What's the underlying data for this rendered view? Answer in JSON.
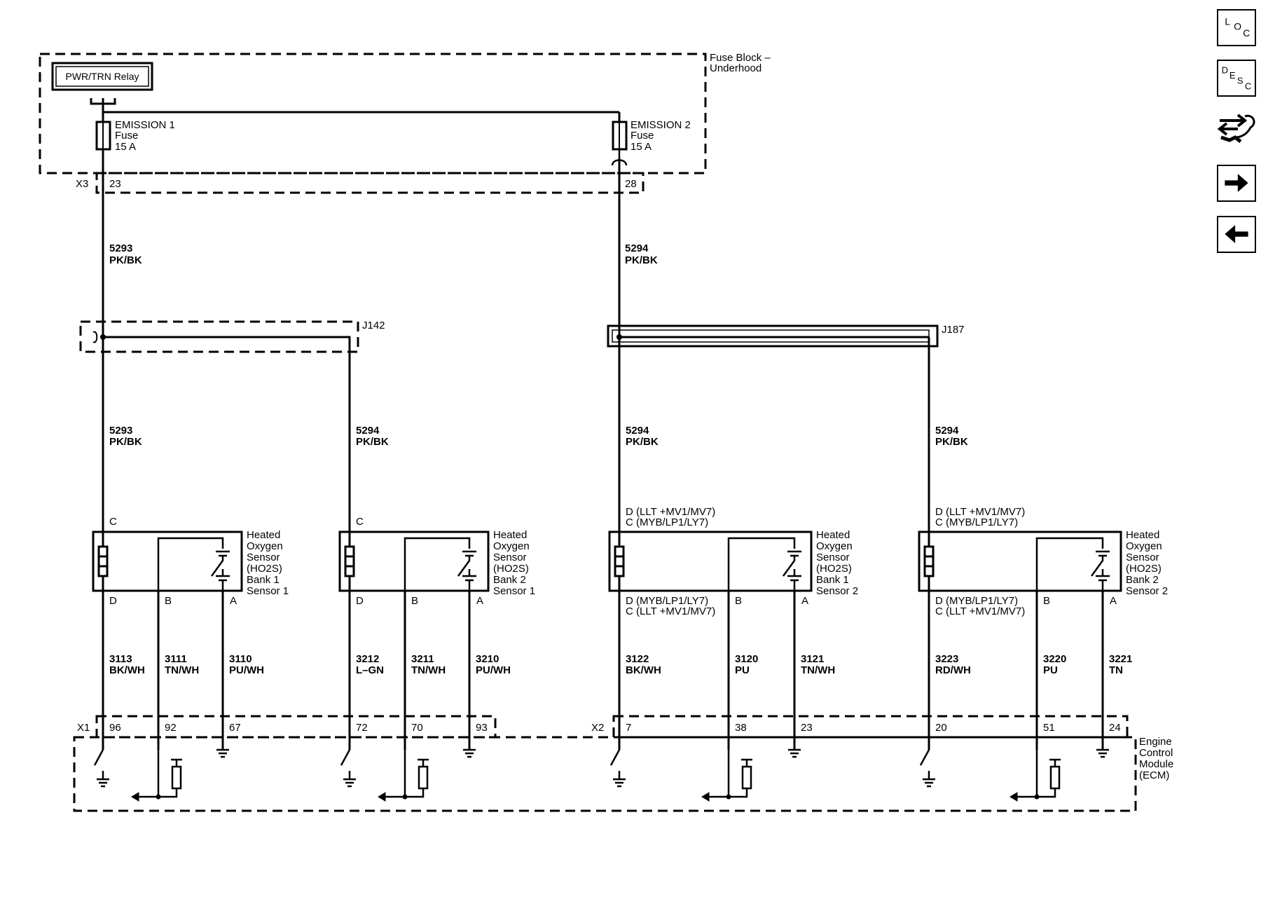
{
  "fuse_block": {
    "title_line1": "Fuse Block –",
    "title_line2": "Underhood",
    "relay": "PWR/TRN Relay",
    "connector": "X3",
    "fuse1": {
      "line1": "EMISSION 1",
      "line2": "Fuse",
      "line3": "15 A",
      "pin": "23"
    },
    "fuse2": {
      "line1": "EMISSION 2",
      "line2": "Fuse",
      "line3": "15 A",
      "pin": "28"
    }
  },
  "upper_wires": {
    "left": {
      "circuit": "5293",
      "color": "PK/BK"
    },
    "right": {
      "circuit": "5294",
      "color": "PK/BK"
    }
  },
  "splices": {
    "left": "J142",
    "right": "J187"
  },
  "feed_wires": [
    {
      "circuit": "5293",
      "color": "PK/BK"
    },
    {
      "circuit": "5294",
      "color": "PK/BK"
    },
    {
      "circuit": "5294",
      "color": "PK/BK"
    },
    {
      "circuit": "5294",
      "color": "PK/BK"
    }
  ],
  "sensors": [
    {
      "top_pin": [
        "C"
      ],
      "name": [
        "Heated",
        "Oxygen",
        "Sensor",
        "(HO2S)",
        "Bank 1",
        "Sensor 1"
      ],
      "bottom": [
        "D",
        "B",
        "A"
      ],
      "bottom2": [],
      "wires": [
        {
          "circuit": "3113",
          "color": "BK/WH"
        },
        {
          "circuit": "3111",
          "color": "TN/WH"
        },
        {
          "circuit": "3110",
          "color": "PU/WH"
        }
      ],
      "ecm_pins": [
        "96",
        "92",
        "67"
      ]
    },
    {
      "top_pin": [
        "C"
      ],
      "name": [
        "Heated",
        "Oxygen",
        "Sensor",
        "(HO2S)",
        "Bank 2",
        "Sensor 1"
      ],
      "bottom": [
        "D",
        "B",
        "A"
      ],
      "bottom2": [],
      "wires": [
        {
          "circuit": "3212",
          "color": "L–GN"
        },
        {
          "circuit": "3211",
          "color": "TN/WH"
        },
        {
          "circuit": "3210",
          "color": "PU/WH"
        }
      ],
      "ecm_pins": [
        "72",
        "70",
        "93"
      ]
    },
    {
      "top_pin": [
        "D (LLT +MV1/MV7)",
        "C (MYB/LP1/LY7)"
      ],
      "name": [
        "Heated",
        "Oxygen",
        "Sensor",
        "(HO2S)",
        "Bank 1",
        "Sensor 2"
      ],
      "bottom": [
        "D (MYB/LP1/LY7)",
        "B",
        "A"
      ],
      "bottom2": [
        "C (LLT +MV1/MV7)"
      ],
      "wires": [
        {
          "circuit": "3122",
          "color": "BK/WH"
        },
        {
          "circuit": "3120",
          "color": "PU"
        },
        {
          "circuit": "3121",
          "color": "TN/WH"
        }
      ],
      "ecm_pins": [
        "7",
        "38",
        "23"
      ]
    },
    {
      "top_pin": [
        "D (LLT +MV1/MV7)",
        "C (MYB/LP1/LY7)"
      ],
      "name": [
        "Heated",
        "Oxygen",
        "Sensor",
        "(HO2S)",
        "Bank 2",
        "Sensor 2"
      ],
      "bottom": [
        "D (MYB/LP1/LY7)",
        "B",
        "A"
      ],
      "bottom2": [
        "C (LLT +MV1/MV7)"
      ],
      "wires": [
        {
          "circuit": "3223",
          "color": "RD/WH"
        },
        {
          "circuit": "3220",
          "color": "PU"
        },
        {
          "circuit": "3221",
          "color": "TN"
        }
      ],
      "ecm_pins": [
        "20",
        "51",
        "24"
      ]
    }
  ],
  "ecm": {
    "name": [
      "Engine",
      "Control",
      "Module",
      "(ECM)"
    ],
    "connector_left": "X1",
    "connector_right": "X2"
  },
  "nav": {
    "loc": {
      "a": "L",
      "b": "O",
      "c": "C"
    },
    "desc": {
      "a": "D",
      "b": "E",
      "c": "S",
      "d": "C"
    },
    "buttons": [
      "loc-icon",
      "desc-icon",
      "connector-tool-icon",
      "arrow-right-icon",
      "arrow-left-icon"
    ]
  }
}
